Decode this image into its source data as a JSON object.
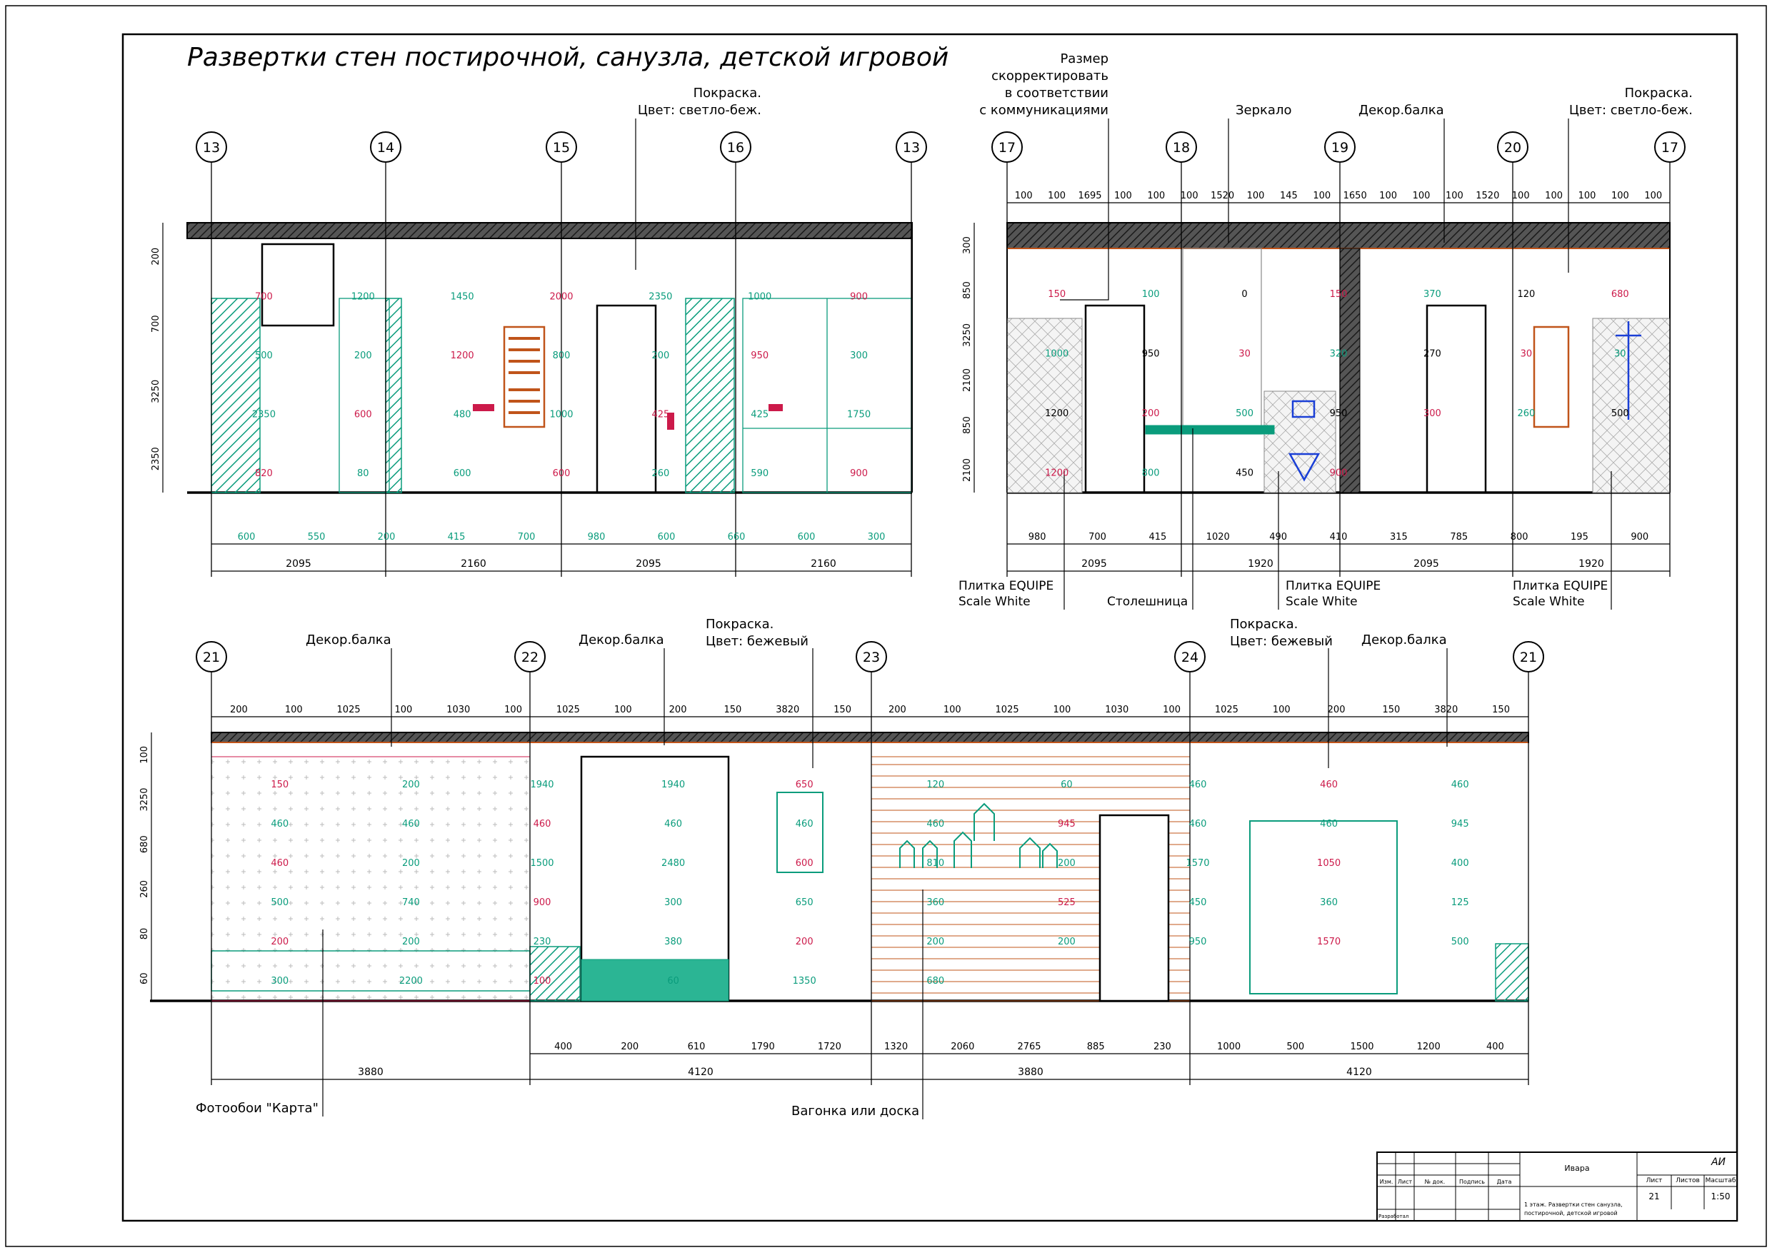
{
  "title": "Развертки стен постирочной, санузла, детской игровой",
  "colors": {
    "ink": "#000000",
    "green": "#0a9c7c",
    "magenta": "#cc1a4a",
    "orange": "#c0541a",
    "blue": "#1a3fd6",
    "wood": "#b07a52"
  },
  "top_left": {
    "axes": [
      "13",
      "14",
      "15",
      "16",
      "13"
    ],
    "note_paint": [
      "Покраска.",
      "Цвет: светло-беж."
    ],
    "side_dims": [
      "200",
      "700",
      "3250",
      "2350"
    ],
    "bottom_segments": [
      "2095",
      "2160",
      "2095",
      "2160"
    ],
    "sub_dims": [
      "600",
      "550",
      "200",
      "415",
      "700",
      "980",
      "600",
      "660",
      "600",
      "300"
    ],
    "inner_dims": [
      "700",
      "1200",
      "1450",
      "2000",
      "2350",
      "1000",
      "900",
      "500",
      "200",
      "1200",
      "800",
      "200",
      "950",
      "300",
      "2350",
      "600",
      "480",
      "1000",
      "425",
      "425",
      "1750",
      "820",
      "80",
      "600",
      "600",
      "260",
      "590",
      "900"
    ]
  },
  "top_right": {
    "axes": [
      "17",
      "18",
      "19",
      "20",
      "17"
    ],
    "note_size": [
      "Размер",
      "скорректировать",
      "в соответствии",
      "с коммуникациями"
    ],
    "labels": {
      "mirror": "Зеркало",
      "beam": "Декор.балка",
      "paint": [
        "Покраска.",
        "Цвет: светло-беж."
      ],
      "tile1": [
        "Плитка EQUIPE",
        "Scale White"
      ],
      "countertop": "Столешница",
      "tile2": [
        "Плитка EQUIPE",
        "Scale White"
      ],
      "tile3": [
        "Плитка EQUIPE",
        "Scale White"
      ]
    },
    "top_dims": [
      "100",
      "100",
      "1695",
      "100",
      "100",
      "100",
      "1520",
      "100",
      "145",
      "100",
      "1650",
      "100",
      "100",
      "100",
      "1520",
      "100",
      "100",
      "100",
      "100",
      "100"
    ],
    "side_dims": [
      "300",
      "850",
      "3250",
      "2100",
      "850",
      "2100"
    ],
    "bottom_segments": [
      "2095",
      "1920",
      "2095",
      "1920"
    ],
    "sub_dims": [
      "980",
      "700",
      "415",
      "1020",
      "490",
      "410",
      "315",
      "785",
      "800",
      "195",
      "900"
    ],
    "inner_dims": [
      "150",
      "100",
      "0",
      "150",
      "370",
      "120",
      "680",
      "1000",
      "950",
      "30",
      "320",
      "270",
      "30",
      "30",
      "1200",
      "200",
      "500",
      "950",
      "300",
      "260",
      "500",
      "1200",
      "800",
      "450",
      "900"
    ]
  },
  "bottom": {
    "axes": [
      "21",
      "22",
      "23",
      "24",
      "21"
    ],
    "labels": {
      "beam1": "Декор.балка",
      "beam2": "Декор.балка",
      "paint1": [
        "Покраска.",
        "Цвет: бежевый"
      ],
      "paint2": [
        "Покраска.",
        "Цвет: бежевый"
      ],
      "beam3": "Декор.балка",
      "wallpaper": "Фотообои \"Карта\"",
      "panel": "Вагонка или доска"
    },
    "top_dims": [
      "200",
      "100",
      "1025",
      "100",
      "1030",
      "100",
      "1025",
      "100",
      "200",
      "150",
      "3820",
      "150",
      "200",
      "100",
      "1025",
      "100",
      "1030",
      "100",
      "1025",
      "100",
      "200",
      "150",
      "3820",
      "150"
    ],
    "side_dims": [
      "100",
      "3250",
      "680",
      "260",
      "80",
      "60"
    ],
    "bottom_segments": [
      "3880",
      "4120",
      "3880",
      "4120"
    ],
    "sub_dims": [
      "400",
      "200",
      "610",
      "1790",
      "1720",
      "1320",
      "2060",
      "2765",
      "885",
      "230",
      "1000",
      "500",
      "1500",
      "1200",
      "400"
    ],
    "inner_dims": [
      "150",
      "200",
      "1940",
      "1940",
      "650",
      "120",
      "60",
      "460",
      "460",
      "460",
      "460",
      "460",
      "460",
      "460",
      "460",
      "460",
      "945",
      "460",
      "460",
      "945",
      "460",
      "200",
      "1500",
      "2480",
      "600",
      "810",
      "200",
      "1570",
      "1050",
      "400",
      "500",
      "740",
      "900",
      "300",
      "650",
      "360",
      "525",
      "450",
      "360",
      "125",
      "200",
      "200",
      "230",
      "380",
      "200",
      "200",
      "200",
      "950",
      "1570",
      "500",
      "300",
      "2200",
      "100",
      "60",
      "1350",
      "680"
    ]
  },
  "title_block": {
    "project": "Ивара",
    "stage": "АИ",
    "sheet_label": "Лист",
    "sheets_label": "Листов",
    "scale_label": "Масштаб",
    "sheet_no": "21",
    "scale": "1:50",
    "cols": [
      "Изм.",
      "Лист",
      "№ док.",
      "Подпись",
      "Дата"
    ],
    "drawing_name": [
      "1 этаж. Развертки стен санузла,",
      "постирочной, детской игровой"
    ],
    "role": "Разработал"
  }
}
